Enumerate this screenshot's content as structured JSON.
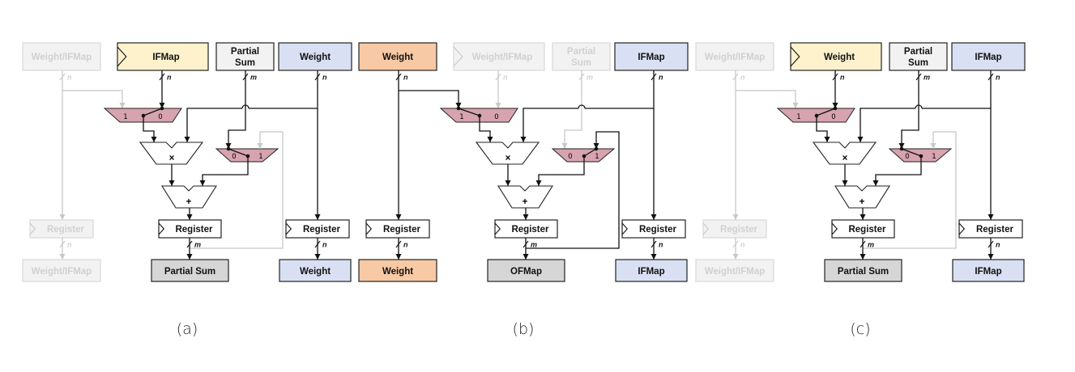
{
  "colors": {
    "wire": "#111111",
    "faded": "#c8c8c8",
    "faded_text": "#d0d0d0",
    "mux": "#d7a3ae",
    "unit": "#ffffff"
  },
  "panels": [
    {
      "caption": "(a)",
      "inputs": [
        {
          "lines": [
            "Weight/IFMap"
          ],
          "fill": "#f2f2f2",
          "faded": true,
          "clock": false,
          "width_label": "n"
        },
        {
          "lines": [
            "IFMap"
          ],
          "fill": "#fdf2cc",
          "faded": false,
          "clock": true,
          "width_label": "n"
        },
        {
          "lines": [
            "Partial",
            "Sum"
          ],
          "fill": "#f2f2f2",
          "faded": false,
          "clock": false,
          "width_label": "m"
        },
        {
          "lines": [
            "Weight"
          ],
          "fill": "#dae0f3",
          "faded": false,
          "clock": false,
          "width_label": "n"
        }
      ],
      "registers": [
        "Register",
        "Register",
        "Register"
      ],
      "register_widths": [
        "n",
        "m",
        "n"
      ],
      "outputs": [
        {
          "label": "Weight/IFMap",
          "fill": "#f2f2f2",
          "faded": true
        },
        {
          "label": "Partial Sum",
          "fill": "#d6d6d6",
          "faded": false
        },
        {
          "label": "Weight",
          "fill": "#dae0f3",
          "faded": false
        }
      ],
      "mux1": {
        "labels": [
          "1",
          "0"
        ],
        "select": "0"
      },
      "mux2": {
        "labels": [
          "0",
          "1"
        ],
        "select": "0"
      },
      "ops": [
        "×",
        "+"
      ]
    },
    {
      "caption": "(b)",
      "inputs": [
        {
          "lines": [
            "Weight"
          ],
          "fill": "#f8c9a5",
          "faded": false,
          "clock": false,
          "width_label": "n"
        },
        {
          "lines": [
            "Weight/IFMap"
          ],
          "fill": "#f2f2f2",
          "faded": true,
          "clock": true,
          "width_label": "n"
        },
        {
          "lines": [
            "Partial",
            "Sum"
          ],
          "fill": "#f2f2f2",
          "faded": true,
          "clock": false,
          "width_label": "m"
        },
        {
          "lines": [
            "IFMap"
          ],
          "fill": "#dae0f3",
          "faded": false,
          "clock": false,
          "width_label": "n"
        }
      ],
      "registers": [
        "Register",
        "Register",
        "Register"
      ],
      "register_widths": [
        "n",
        "m",
        "n"
      ],
      "outputs": [
        {
          "label": "Weight",
          "fill": "#f8c9a5",
          "faded": false
        },
        {
          "label": "OFMap",
          "fill": "#d6d6d6",
          "faded": false
        },
        {
          "label": "IFMap",
          "fill": "#dae0f3",
          "faded": false
        }
      ],
      "mux1": {
        "labels": [
          "1",
          "0"
        ],
        "select": "1"
      },
      "mux2": {
        "labels": [
          "0",
          "1"
        ],
        "select": "1"
      },
      "ops": [
        "×",
        "+"
      ]
    },
    {
      "caption": "(c)",
      "inputs": [
        {
          "lines": [
            "Weight/IFMap"
          ],
          "fill": "#f2f2f2",
          "faded": true,
          "clock": false,
          "width_label": "n"
        },
        {
          "lines": [
            "Weight"
          ],
          "fill": "#fdf2cc",
          "faded": false,
          "clock": true,
          "width_label": "n"
        },
        {
          "lines": [
            "Partial",
            "Sum"
          ],
          "fill": "#f2f2f2",
          "faded": false,
          "clock": false,
          "width_label": "m"
        },
        {
          "lines": [
            "IFMap"
          ],
          "fill": "#dae0f3",
          "faded": false,
          "clock": false,
          "width_label": "n"
        }
      ],
      "registers": [
        "Register",
        "Register",
        "Register"
      ],
      "register_widths": [
        "n",
        "m",
        "n"
      ],
      "outputs": [
        {
          "label": "Weight/IFMap",
          "fill": "#f2f2f2",
          "faded": true
        },
        {
          "label": "Partial Sum",
          "fill": "#d6d6d6",
          "faded": false
        },
        {
          "label": "IFMap",
          "fill": "#dae0f3",
          "faded": false
        }
      ],
      "mux1": {
        "labels": [
          "1",
          "0"
        ],
        "select": "0"
      },
      "mux2": {
        "labels": [
          "0",
          "1"
        ],
        "select": "0"
      },
      "ops": [
        "×",
        "+"
      ]
    }
  ]
}
